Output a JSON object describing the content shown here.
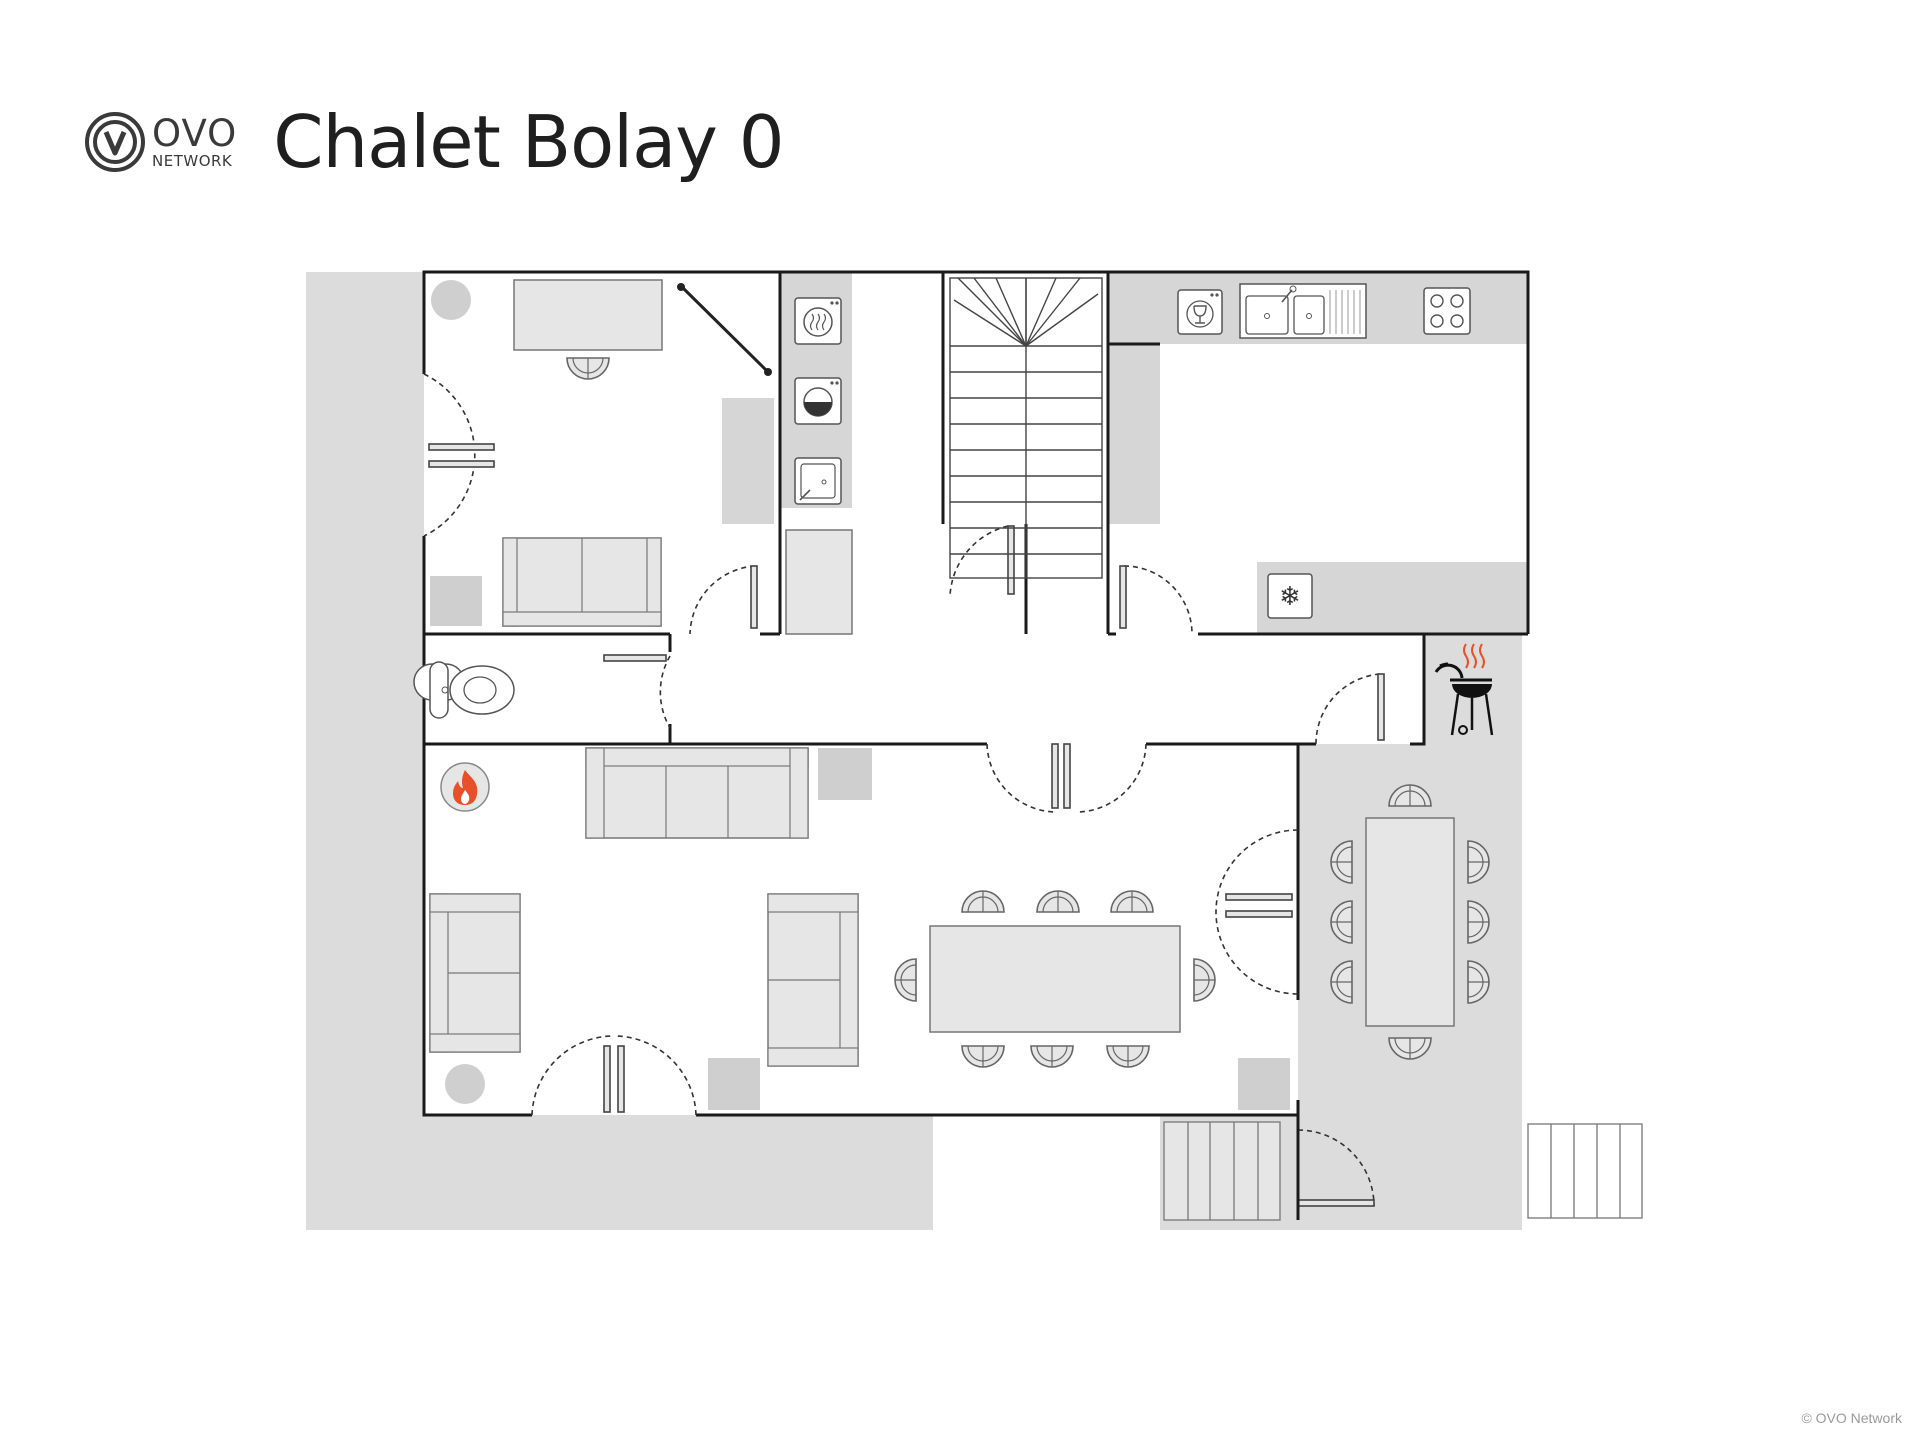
{
  "logo": {
    "primary": "OVO",
    "secondary": "NETWORK"
  },
  "title": "Chalet Bolay 0",
  "copyright": "© OVO Network",
  "colors": {
    "wall": "#1a1a1a",
    "zone": "#dcdcdc",
    "furniture_fill": "#e6e6e6",
    "furniture_stroke": "#7a7a7a",
    "fireplace": "#e8502a"
  },
  "icons": [
    "ovo-logo-icon",
    "fireplace-icon",
    "barbecue-icon",
    "freezer-icon",
    "washer-icon",
    "dryer-icon",
    "sink-icon",
    "hob-icon",
    "dishwasher-icon"
  ]
}
